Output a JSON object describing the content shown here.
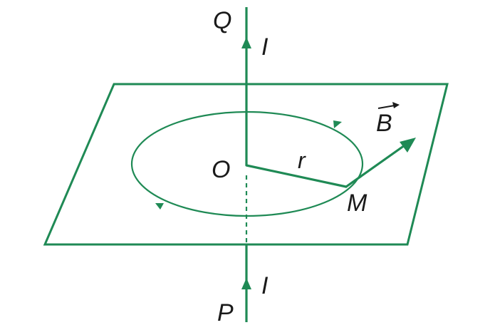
{
  "diagram": {
    "colors": {
      "figure": "#1f8a55",
      "text": "#1a1a1a",
      "background": "#ffffff"
    },
    "labels": {
      "top_point": "Q",
      "bottom_point": "P",
      "current_top": "I",
      "current_bottom": "I",
      "center": "O",
      "radius": "r",
      "point_on_circle": "M",
      "field_vector": "B"
    }
  }
}
